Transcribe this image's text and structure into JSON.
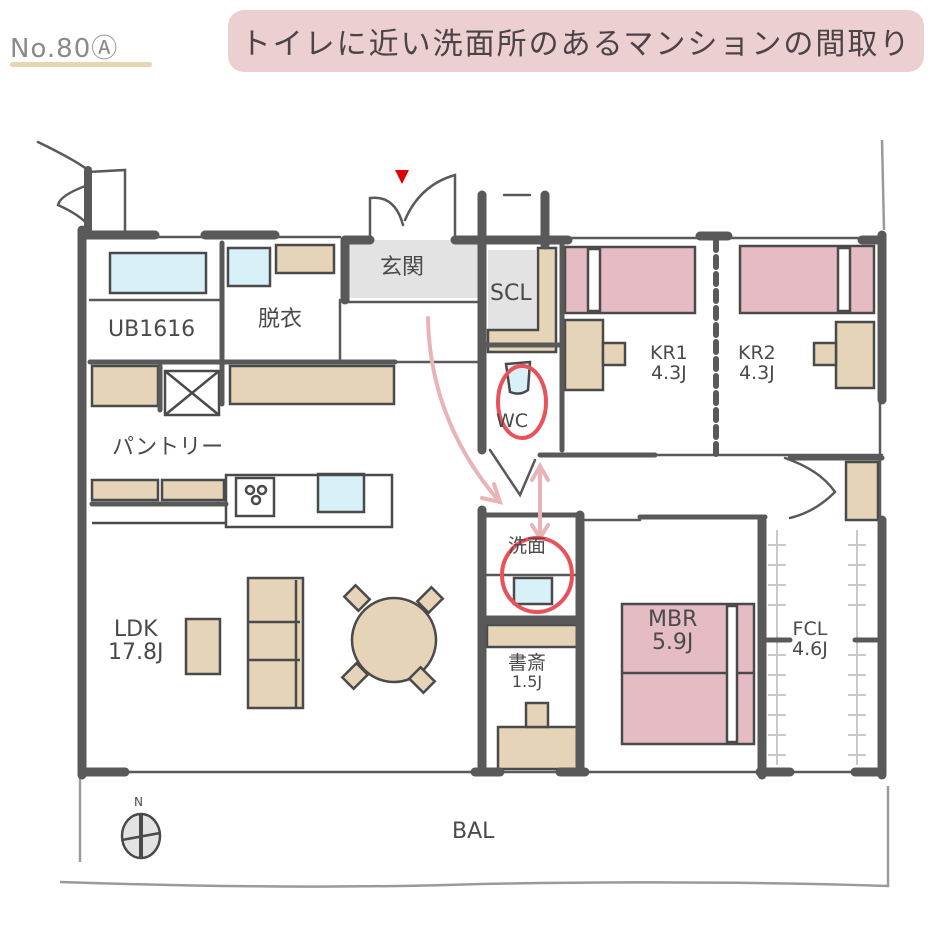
{
  "header": {
    "plan_number": "No.80Ⓐ",
    "title": "トイレに近い洗面所のあるマンションの間取り"
  },
  "colors": {
    "wall": "#595959",
    "furniture": "#e6d4b8",
    "bed": "#e6bcc4",
    "water": "#d8f1f8",
    "entrance_floor": "#e3e3e3",
    "highlight_circle": "#e8525a",
    "flow_arrow": "#e8b4b8",
    "title_bg": "#ecd0d1",
    "entry_marker": "#e00000"
  },
  "rooms": {
    "ub": {
      "name": "UB1616"
    },
    "dressing": {
      "name": "脱衣"
    },
    "entrance": {
      "name": "玄関"
    },
    "scl": {
      "name": "SCL"
    },
    "wc": {
      "name": "WC"
    },
    "kr1": {
      "name": "KR1",
      "size": "4.3J"
    },
    "kr2": {
      "name": "KR2",
      "size": "4.3J"
    },
    "pantry": {
      "name": "パントリー"
    },
    "washroom": {
      "name": "洗面"
    },
    "study": {
      "name": "書斎",
      "size": "1.5J"
    },
    "ldk": {
      "name": "LDK",
      "size": "17.8J"
    },
    "mbr": {
      "name": "MBR",
      "size": "5.9J"
    },
    "fcl": {
      "name": "FCL",
      "size": "4.6J"
    },
    "balcony": {
      "name": "BAL"
    }
  },
  "compass": {
    "north_label": "N"
  },
  "annotations": {
    "highlights": [
      "WC",
      "洗面"
    ],
    "flow": "玄関 → 洗面 ↔ WC"
  }
}
